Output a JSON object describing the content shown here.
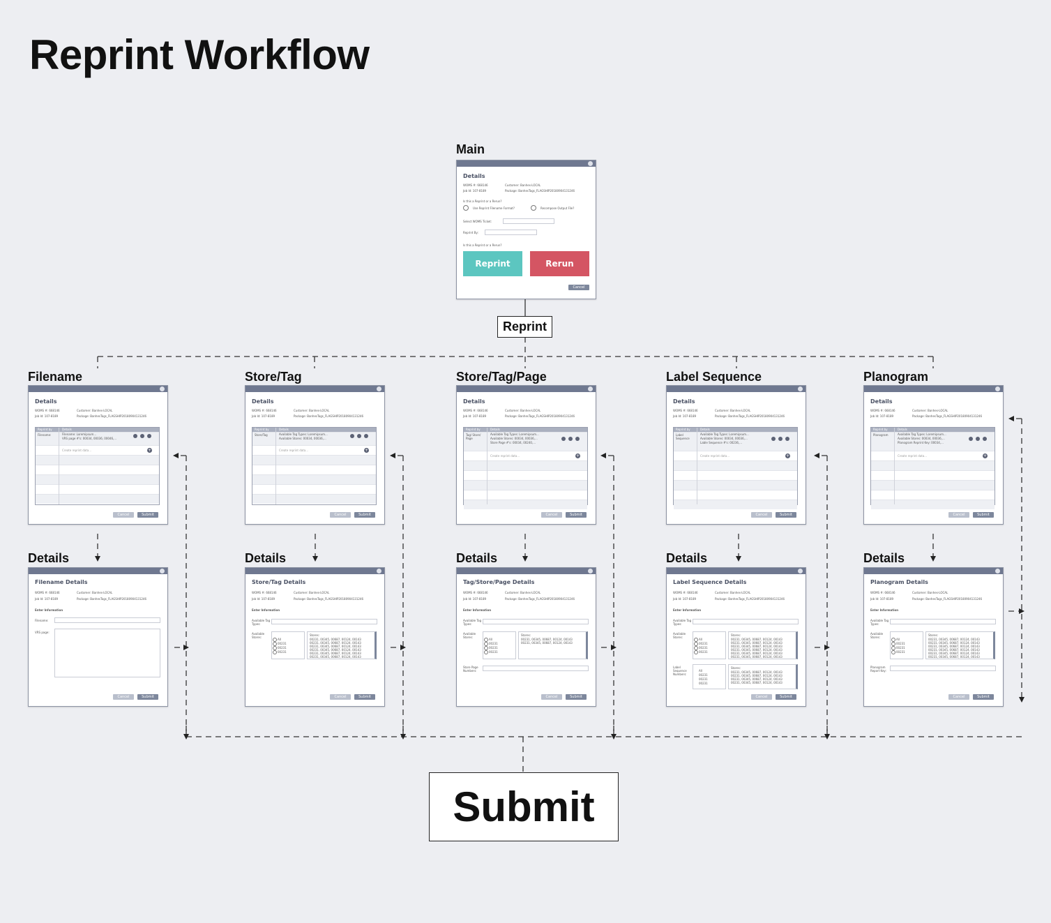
{
  "title": "Reprint Workflow",
  "main": {
    "label": "Main",
    "section_title": "Details",
    "woms": "WOMS #: 668146",
    "customer": "Customer: Banhes-LOCAL",
    "job_id": "Job Id: 107-8189",
    "package": "Package: BanhesTags_FLAGSHIP20180904131246",
    "question": "Is this a Reprint or a Rerun?",
    "option_1": "Use Reprint Filename Format?",
    "option_2": "Recompose Output File?",
    "select_ticket": "Select WOMS Ticket:",
    "reprint_by": "Reprint By:",
    "question_2": "Is this a Reprint or a Rerun?",
    "reprint_button": "Reprint",
    "rerun_button": "Rerun",
    "cancel_button": "Cancel",
    "colors": {
      "reprint": "#5cc6c0",
      "rerun": "#d45563"
    }
  },
  "reprint_label": "Reprint",
  "submit_label": "Submit",
  "common": {
    "details": "Details",
    "woms": "WOMS #: 668146",
    "customer": "Customer: Banhes-LOCAL",
    "job_id": "Job Id: 107-8189",
    "package": "Package: BanhesTags_FLAGSHIP20180904131246",
    "col_reprint_by": "Reprint by",
    "col_details": "Details",
    "create": "Create reprint data...",
    "cancel": "Cancel",
    "submit": "Submit",
    "enter_info": "Enter Information"
  },
  "branches": [
    {
      "label": "Filename",
      "row_type": "Filename:",
      "row_line1": "Filename: Loremipsum...",
      "row_line2": "VRS page #'s: 00034, 00036, 00046,...",
      "row_line3": "",
      "details_label": "Details",
      "details_title": "Filename Details",
      "field_1": "Filename:",
      "field_2": "VRS page:"
    },
    {
      "label": "Store/Tag",
      "row_type": "Store/Tag",
      "row_line1": "Available Tag Types: Loremipsum...",
      "row_line2": "Available Stores: 00034, 00036,...",
      "row_line3": "",
      "details_label": "Details",
      "details_title": "Store/Tag Details",
      "field_1": "Available Tag Types:",
      "field_2": "Available Stores:"
    },
    {
      "label": "Store/Tag/Page",
      "row_type": "Tag/ Store/ Page",
      "row_line1": "Available Tag Types: Loremipsum...",
      "row_line2": "Available Stores: 00034, 00036,...",
      "row_line3": "Store Page #'s: 00034, 00240,...",
      "details_label": "Details",
      "details_title": "Tag/Store/Page Details",
      "field_1": "Available Tag Types:",
      "field_2": "Available Stores:",
      "field_3": "Store Page Numbers:"
    },
    {
      "label": "Label Sequence",
      "row_type": "Label Sequence",
      "row_line1": "Available Tag Types: Loremipsum...",
      "row_line2": "Available Stores: 00034, 00036,...",
      "row_line3": "Lable Sequence #'s: 00236,...",
      "details_label": "Details",
      "details_title": "Label Sequence Details",
      "field_1": "Available Tag Types:",
      "field_2": "Available Stores:",
      "field_3": "Label Sequence Numbers:"
    },
    {
      "label": "Planogram",
      "row_type": "Planogram",
      "row_line1": "Available Tag Types: Loremipsum...",
      "row_line2": "Available Stores: 00034, 00036,...",
      "row_line3": "Planogram Reprint Key: 00034,...",
      "details_label": "Details",
      "details_title": "Planogram Details",
      "field_1": "Available Tag Types:",
      "field_2": "Available Stores:",
      "field_3": "Planogram Report Key:"
    }
  ],
  "listbox": {
    "items": [
      "All",
      "00231",
      "00231",
      "00231"
    ],
    "stores_label": "Stores:",
    "stores": "00231, 00345, 00687, 00124, 00143"
  }
}
